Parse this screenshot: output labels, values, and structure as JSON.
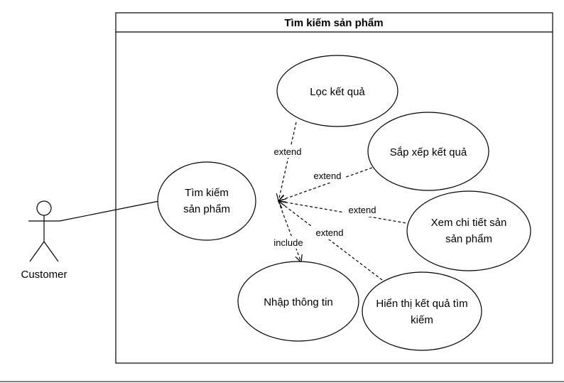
{
  "system": {
    "title": "Tìm kiếm sản phẩm"
  },
  "actor": {
    "label": "Customer"
  },
  "use_cases": {
    "search": [
      "Tìm kiếm",
      "sản phẩm"
    ],
    "filter": [
      "Lọc kết quả"
    ],
    "sort": [
      "Sắp xếp kết quả"
    ],
    "detail": [
      "Xem chi tiết sản",
      "sản phẩm"
    ],
    "display": [
      "Hiển thị kết quả tìm",
      "kiếm"
    ],
    "input": [
      "Nhập thông tin"
    ]
  },
  "relations": {
    "extend_filter": "extend",
    "extend_sort": "extend",
    "extend_detail": "extend",
    "extend_display": "extend",
    "include_input": "include"
  }
}
